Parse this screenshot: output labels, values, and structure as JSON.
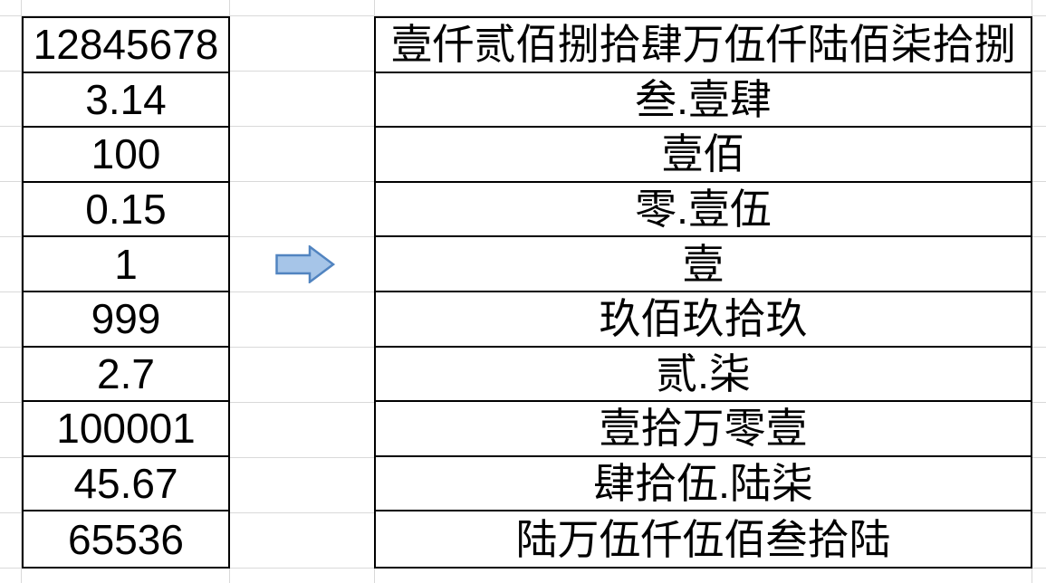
{
  "app": {
    "kind": "spreadsheet-region",
    "description": "Two bordered spreadsheet tables: arabic numbers converted to Chinese capital (financial) numerals, linked by a blue right arrow"
  },
  "colors": {
    "background": "#ffffff",
    "gridline": "#d9d9d9",
    "table_border": "#000000",
    "text": "#000000",
    "arrow_fill": "#a6c5e8",
    "arrow_stroke": "#5184c0"
  },
  "arrow": {
    "icon": "right-arrow",
    "direction": "right"
  },
  "table": {
    "rows": [
      {
        "number": "12845678",
        "chinese": "壹仟贰佰捌拾肆万伍仟陆佰柒拾捌"
      },
      {
        "number": "3.14",
        "chinese": "叁.壹肆"
      },
      {
        "number": "100",
        "chinese": "壹佰"
      },
      {
        "number": "0.15",
        "chinese": "零.壹伍"
      },
      {
        "number": "1",
        "chinese": "壹"
      },
      {
        "number": "999",
        "chinese": "玖佰玖拾玖"
      },
      {
        "number": "2.7",
        "chinese": "贰.柒"
      },
      {
        "number": "100001",
        "chinese": "壹拾万零壹"
      },
      {
        "number": "45.67",
        "chinese": "肆拾伍.陆柒"
      },
      {
        "number": "65536",
        "chinese": "陆万伍仟伍佰叁拾陆"
      }
    ]
  }
}
